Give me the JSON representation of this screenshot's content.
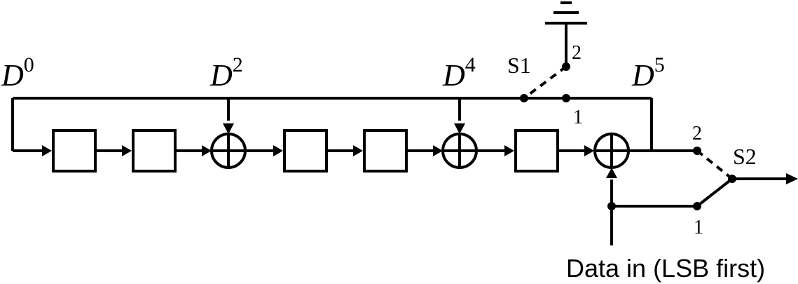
{
  "taps": [
    {
      "base": "D",
      "exp": "0"
    },
    {
      "base": "D",
      "exp": "2"
    },
    {
      "base": "D",
      "exp": "4"
    },
    {
      "base": "D",
      "exp": "5"
    }
  ],
  "switches": {
    "s1": {
      "name": "S1",
      "pos1": "1",
      "pos2": "2"
    },
    "s2": {
      "name": "S2",
      "pos1": "1",
      "pos2": "2"
    }
  },
  "data_in_label": "Data in (LSB first)"
}
